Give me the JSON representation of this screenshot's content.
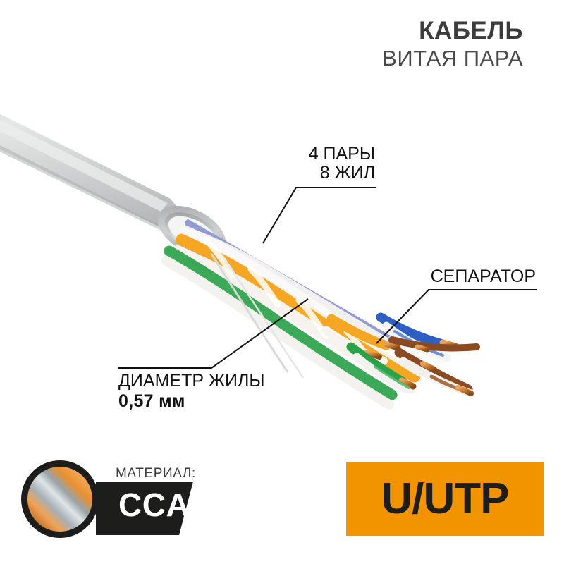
{
  "title": {
    "main": "КАБЕЛЬ",
    "sub": "ВИТАЯ ПАРА"
  },
  "callouts": {
    "pairs_line1": "4 ПАРЫ",
    "pairs_line2": "8 ЖИЛ",
    "separator": "СЕПАРАТОР",
    "diameter_label": "ДИАМЕТР ЖИЛЫ",
    "diameter_value": "0,57 мм"
  },
  "badges": {
    "material_label": "МАТЕРИАЛ:",
    "material_value": "CCA",
    "shielding": "U/UTP"
  },
  "colors": {
    "accent_orange": "#F29400",
    "badge_dark": "#1d1d1b",
    "title_gray": "#3c3c3c",
    "jacket_gray": "#d2d4d4",
    "wire_orange": "#F5A623",
    "wire_blue": "#2f5fc4",
    "wire_green": "#2aa24a",
    "wire_brown": "#8a4b22",
    "copper": "#c8762f"
  },
  "icons": {
    "material_circle": "copper-clad-aluminium-icon"
  }
}
